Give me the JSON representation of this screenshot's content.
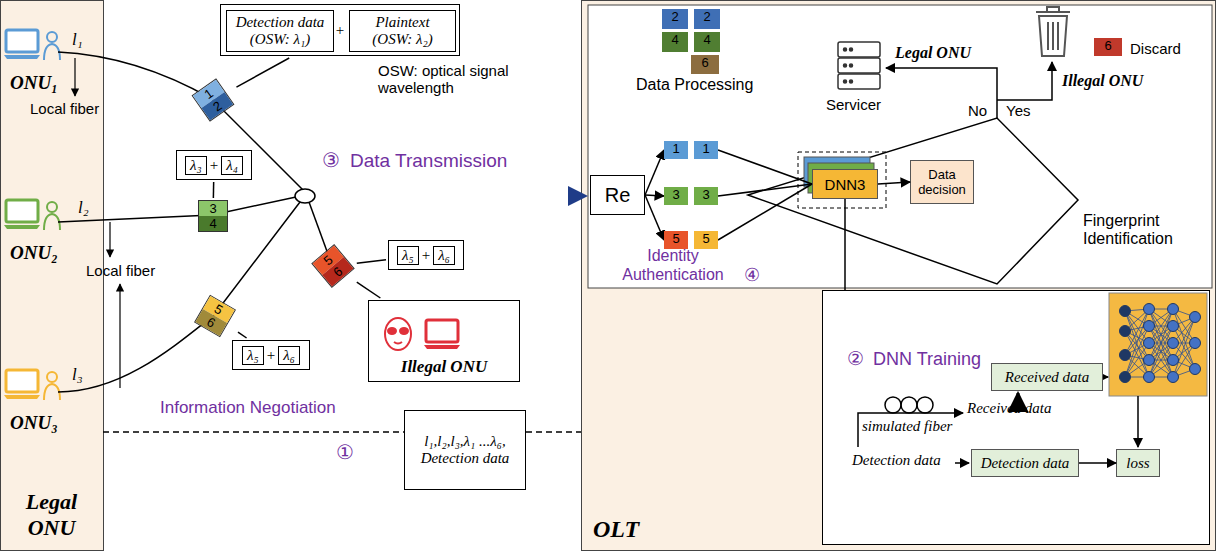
{
  "diagram": {
    "nodes": [
      {
        "text": [
          "Legal ONU"
        ]
      },
      {
        "text": [
          "+"
        ]
      },
      {
        "text": [
          "Detection data (OSW: λ₁)"
        ],
        "in": 1
      },
      {
        "text": [
          "Plaintext (OSW: λ₂)"
        ],
        "in": 1
      },
      {
        "text": [
          "1",
          "2"
        ]
      },
      {
        "text": [
          "λ₃",
          "+",
          "λ₄"
        ]
      },
      {
        "text": [
          "3",
          "4"
        ]
      },
      {
        "text": [
          "5",
          "6"
        ]
      },
      {
        "text": [
          "λ₅",
          "+",
          "λ₆"
        ]
      },
      {
        "text": [
          "5",
          "6"
        ]
      },
      {
        "text": [
          "λ₅",
          "+",
          "λ₆"
        ]
      },
      {
        "text": [
          "Illegal ONU"
        ]
      },
      {
        "text": [
          "l₁,l₂,l₃,λ₁ ...λ₆, Detection data"
        ]
      },
      {
        "text": [
          "OLT"
        ]
      },
      {
        "text": [
          "Re"
        ],
        "in": 13
      },
      {
        "text": [
          "1",
          "1"
        ],
        "in": 13
      },
      {
        "text": [
          "3",
          "3"
        ],
        "in": 13
      },
      {
        "text": [
          "5",
          "5"
        ],
        "in": 13
      },
      {
        "text": [
          "Fingerprint Identification"
        ],
        "in": 13
      },
      {
        "text": [
          "DNN3"
        ],
        "in": 18
      },
      {
        "text": [
          "Data decision"
        ],
        "in": 18
      },
      {
        "text": [
          "2",
          "2"
        ],
        "in": 13
      },
      {
        "text": [
          "4",
          "4"
        ],
        "in": 13
      },
      {
        "text": [
          "6"
        ],
        "in": 13
      },
      {
        "text": [
          "6"
        ],
        "in": 13
      },
      {
        "text": [
          "②",
          "DNN Training"
        ],
        "in": 13
      },
      {
        "text": [
          "Received data"
        ],
        "in": 25
      },
      {
        "text": [
          "Detection data"
        ],
        "in": 25
      },
      {
        "text": [
          "loss"
        ],
        "in": 25
      }
    ],
    "edges": [
      {
        "from": 4,
        "to": 1,
        "arrow": "none"
      },
      {
        "from": 6,
        "to": 5,
        "arrow": "none"
      },
      {
        "from": 7,
        "to": 8,
        "arrow": "none"
      },
      {
        "from": 9,
        "to": 10,
        "arrow": "none"
      },
      {
        "from": 9,
        "to": 11,
        "arrow": "none"
      },
      {
        "from": 0,
        "to": 12,
        "arrow": "none"
      },
      {
        "from": 12,
        "to": 13,
        "arrow": "none"
      },
      {
        "from": 14,
        "to": 15,
        "arrow": "to"
      },
      {
        "from": 14,
        "to": 16,
        "arrow": "to"
      },
      {
        "from": 14,
        "to": 17,
        "arrow": "to"
      },
      {
        "from": 15,
        "to": 19,
        "arrow": "none"
      },
      {
        "from": 16,
        "to": 19,
        "arrow": "none"
      },
      {
        "from": 17,
        "to": 19,
        "arrow": "none"
      },
      {
        "from": 19,
        "to": 20,
        "arrow": "to"
      },
      {
        "from": 19,
        "to": 25,
        "arrow": "none"
      },
      {
        "from": 27,
        "to": 28,
        "arrow": "to"
      }
    ],
    "labels": [
      "ONU₁",
      "ONU₂",
      "ONU₃",
      "l₁",
      "l₂",
      "l₃",
      "Local fiber",
      "Local fiber",
      "OSW: optical signal wavelength",
      "③",
      "Data Transmission",
      "Information Negotiation",
      "①",
      "Identity Authentication",
      "④",
      "Data Processing",
      "Servicer",
      "Legal ONU",
      "No",
      "Yes",
      "Illegal ONU",
      "Discard",
      "Received data",
      "simulated fiber",
      "Detection data"
    ]
  }
}
